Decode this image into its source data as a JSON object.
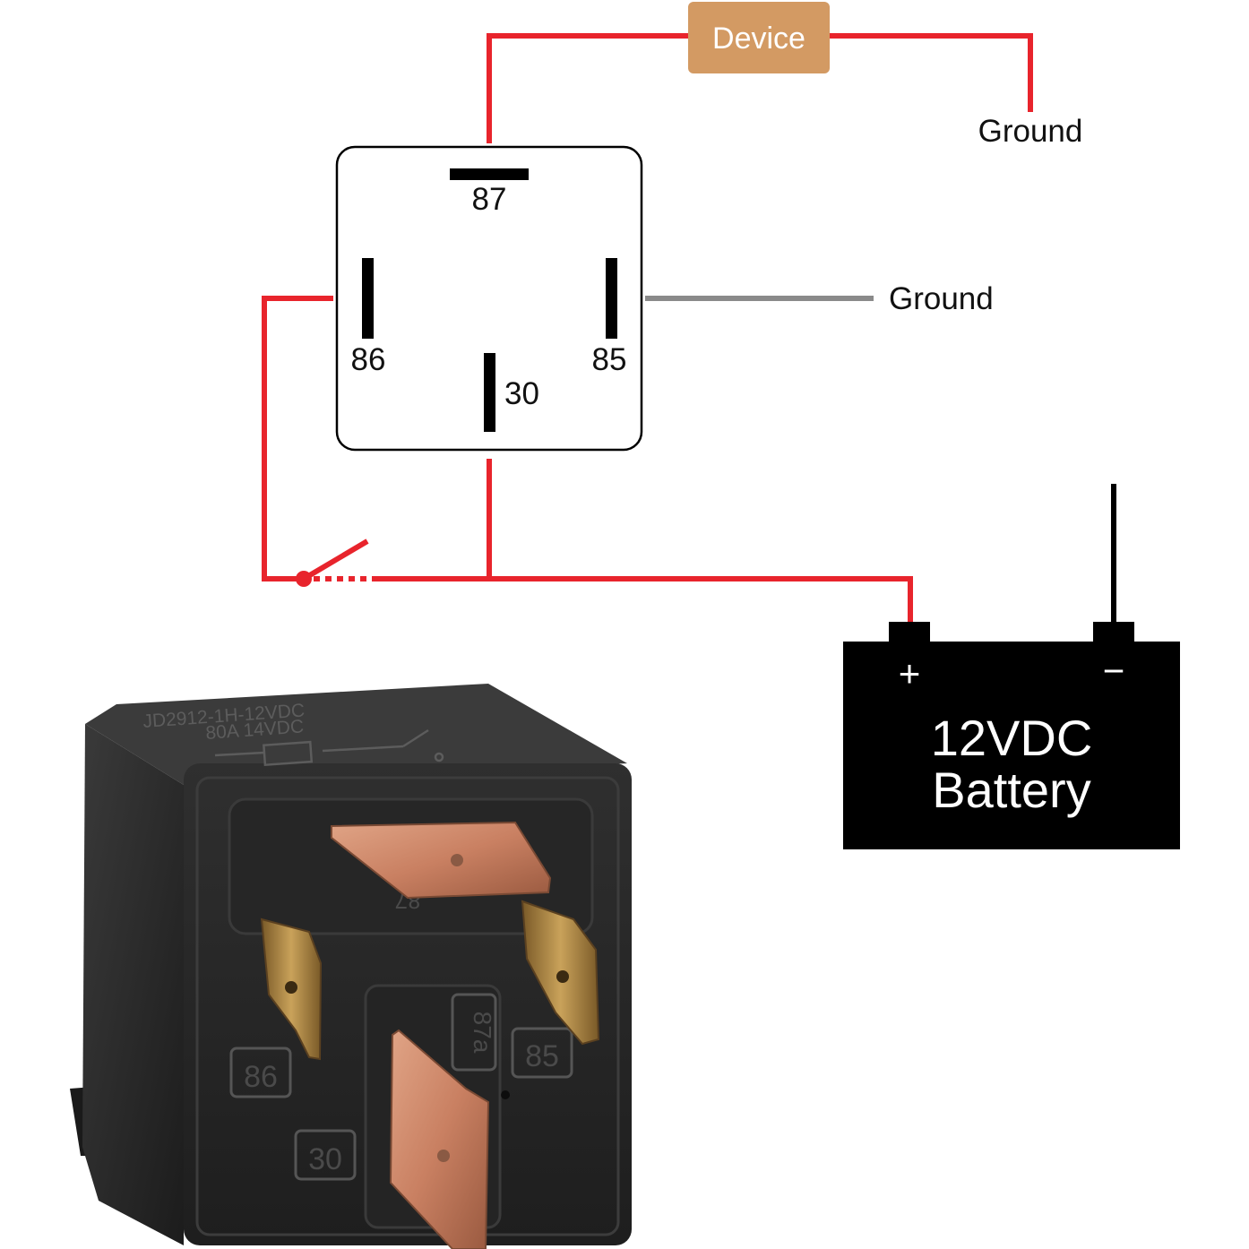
{
  "colors": {
    "wire_red": "#e8242c",
    "wire_gray": "#8a8a8a",
    "wire_black": "#000000",
    "device_fill": "#d39a63",
    "device_text": "#ffffff",
    "relay_body": "#2d2d2d",
    "terminal_copper": "#c98a6a"
  },
  "device": {
    "label": "Device"
  },
  "grounds": {
    "top": "Ground",
    "right": "Ground"
  },
  "relay_diagram": {
    "pins": {
      "p87": "87",
      "p86": "86",
      "p85": "85",
      "p30": "30"
    }
  },
  "battery": {
    "plus": "+",
    "minus": "−",
    "line1": "12VDC",
    "line2": "Battery"
  },
  "relay_photo": {
    "top_marking_1": "JD2912-1H-12VDC",
    "top_marking_2": "80A  14VDC",
    "pin_labels": {
      "p86": "86",
      "p85": "85",
      "p30": "30",
      "p87": "87",
      "p87a": "87a"
    }
  }
}
